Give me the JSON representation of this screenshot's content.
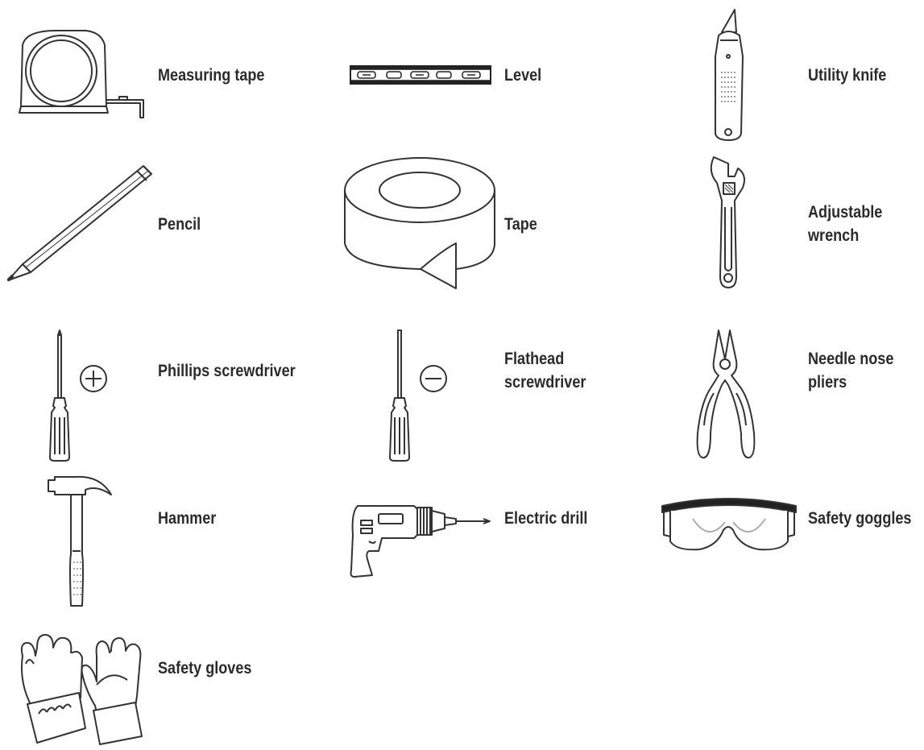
{
  "tools": [
    {
      "id": "measuring-tape",
      "label": [
        "Measuring tape"
      ]
    },
    {
      "id": "level",
      "label": [
        "Level"
      ]
    },
    {
      "id": "utility-knife",
      "label": [
        "Utility knife"
      ]
    },
    {
      "id": "pencil",
      "label": [
        "Pencil"
      ]
    },
    {
      "id": "tape",
      "label": [
        "Tape"
      ]
    },
    {
      "id": "adjustable-wrench",
      "label": [
        "Adjustable",
        "wrench"
      ]
    },
    {
      "id": "phillips-screwdriver",
      "label": [
        "Phillips screwdriver"
      ]
    },
    {
      "id": "flathead-screwdriver",
      "label": [
        "Flathead",
        "screwdriver"
      ]
    },
    {
      "id": "needle-nose-pliers",
      "label": [
        "Needle nose",
        "pliers"
      ]
    },
    {
      "id": "hammer",
      "label": [
        "Hammer"
      ]
    },
    {
      "id": "electric-drill",
      "label": [
        "Electric drill"
      ]
    },
    {
      "id": "safety-goggles",
      "label": [
        "Safety goggles"
      ]
    },
    {
      "id": "safety-gloves",
      "label": [
        "Safety gloves"
      ]
    }
  ]
}
